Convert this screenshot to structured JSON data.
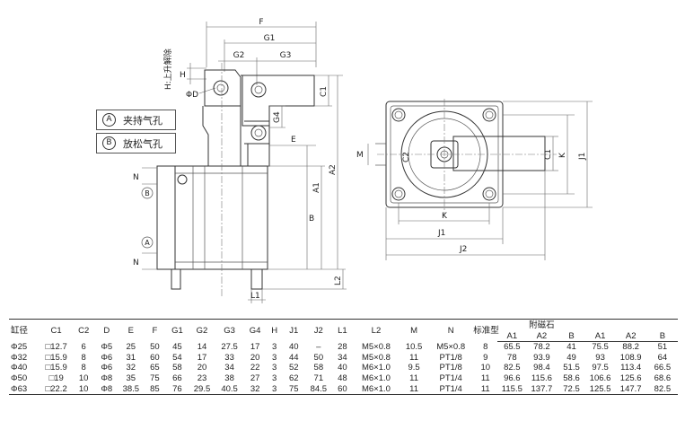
{
  "legend": [
    {
      "symbol": "A",
      "text": "夹持气孔"
    },
    {
      "symbol": "B",
      "text": "放松气孔"
    }
  ],
  "labels": {
    "F": "F",
    "G1": "G1",
    "G2": "G2",
    "G3": "G3",
    "G4": "G4",
    "H_note": "H:上升解除",
    "H": "H",
    "phiD": "ΦD",
    "E": "E",
    "C1": "C1",
    "A1": "A1",
    "A2": "A2",
    "B": "B",
    "N": "N",
    "L1": "L1",
    "L2": "L2",
    "portA": "A",
    "portB": "B",
    "r_M": "M",
    "r_C2": "C2",
    "r_C1": "C1",
    "r_K": "K",
    "r_J1": "J1",
    "r_Kb": "K",
    "r_J1b": "J1",
    "r_J2": "J2"
  },
  "table": {
    "header1": [
      "缸径",
      "C1",
      "C2",
      "D",
      "E",
      "F",
      "G1",
      "G2",
      "G3",
      "G4",
      "H",
      "J1",
      "J2",
      "L1",
      "L2",
      "M",
      "N",
      "标准型",
      "附磁石"
    ],
    "header2": [
      "A1",
      "A2",
      "B",
      "A1",
      "A2",
      "B"
    ],
    "rows": [
      [
        "Φ25",
        "□12.7",
        "6",
        "Φ5",
        "25",
        "50",
        "45",
        "14",
        "27.5",
        "17",
        "3",
        "40",
        "–",
        "28",
        "M5×0.8",
        "10.5",
        "M5×0.8",
        "8",
        "65.5",
        "78.2",
        "41",
        "75.5",
        "88.2",
        "51"
      ],
      [
        "Φ32",
        "□15.9",
        "8",
        "Φ6",
        "31",
        "60",
        "54",
        "17",
        "33",
        "20",
        "3",
        "44",
        "50",
        "34",
        "M5×0.8",
        "11",
        "PT1/8",
        "9",
        "78",
        "93.9",
        "49",
        "93",
        "108.9",
        "64"
      ],
      [
        "Φ40",
        "□15.9",
        "8",
        "Φ6",
        "32",
        "65",
        "58",
        "20",
        "34",
        "22",
        "3",
        "52",
        "58",
        "40",
        "M6×1.0",
        "9.5",
        "PT1/8",
        "10",
        "82.5",
        "98.4",
        "51.5",
        "97.5",
        "113.4",
        "66.5"
      ],
      [
        "Φ50",
        "□19",
        "10",
        "Φ8",
        "35",
        "75",
        "66",
        "23",
        "38",
        "27",
        "3",
        "62",
        "71",
        "48",
        "M6×1.0",
        "11",
        "PT1/4",
        "11",
        "96.6",
        "115.6",
        "58.6",
        "106.6",
        "125.6",
        "68.6"
      ],
      [
        "Φ63",
        "□22.2",
        "10",
        "Φ8",
        "38.5",
        "85",
        "76",
        "29.5",
        "40.5",
        "32",
        "3",
        "75",
        "84.5",
        "60",
        "M6×1.0",
        "11",
        "PT1/4",
        "11",
        "115.5",
        "137.7",
        "72.5",
        "125.5",
        "147.7",
        "82.5"
      ]
    ]
  }
}
